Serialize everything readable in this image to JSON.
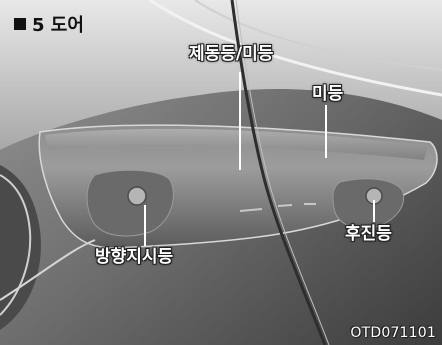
{
  "heading": {
    "bullet": "■",
    "text": "5 도어"
  },
  "labels": {
    "tail_brake": "제동등/미등",
    "tail": "미등",
    "turn_signal": "방향지시등",
    "reverse": "후진등"
  },
  "figure_code": "OTD071101"
}
